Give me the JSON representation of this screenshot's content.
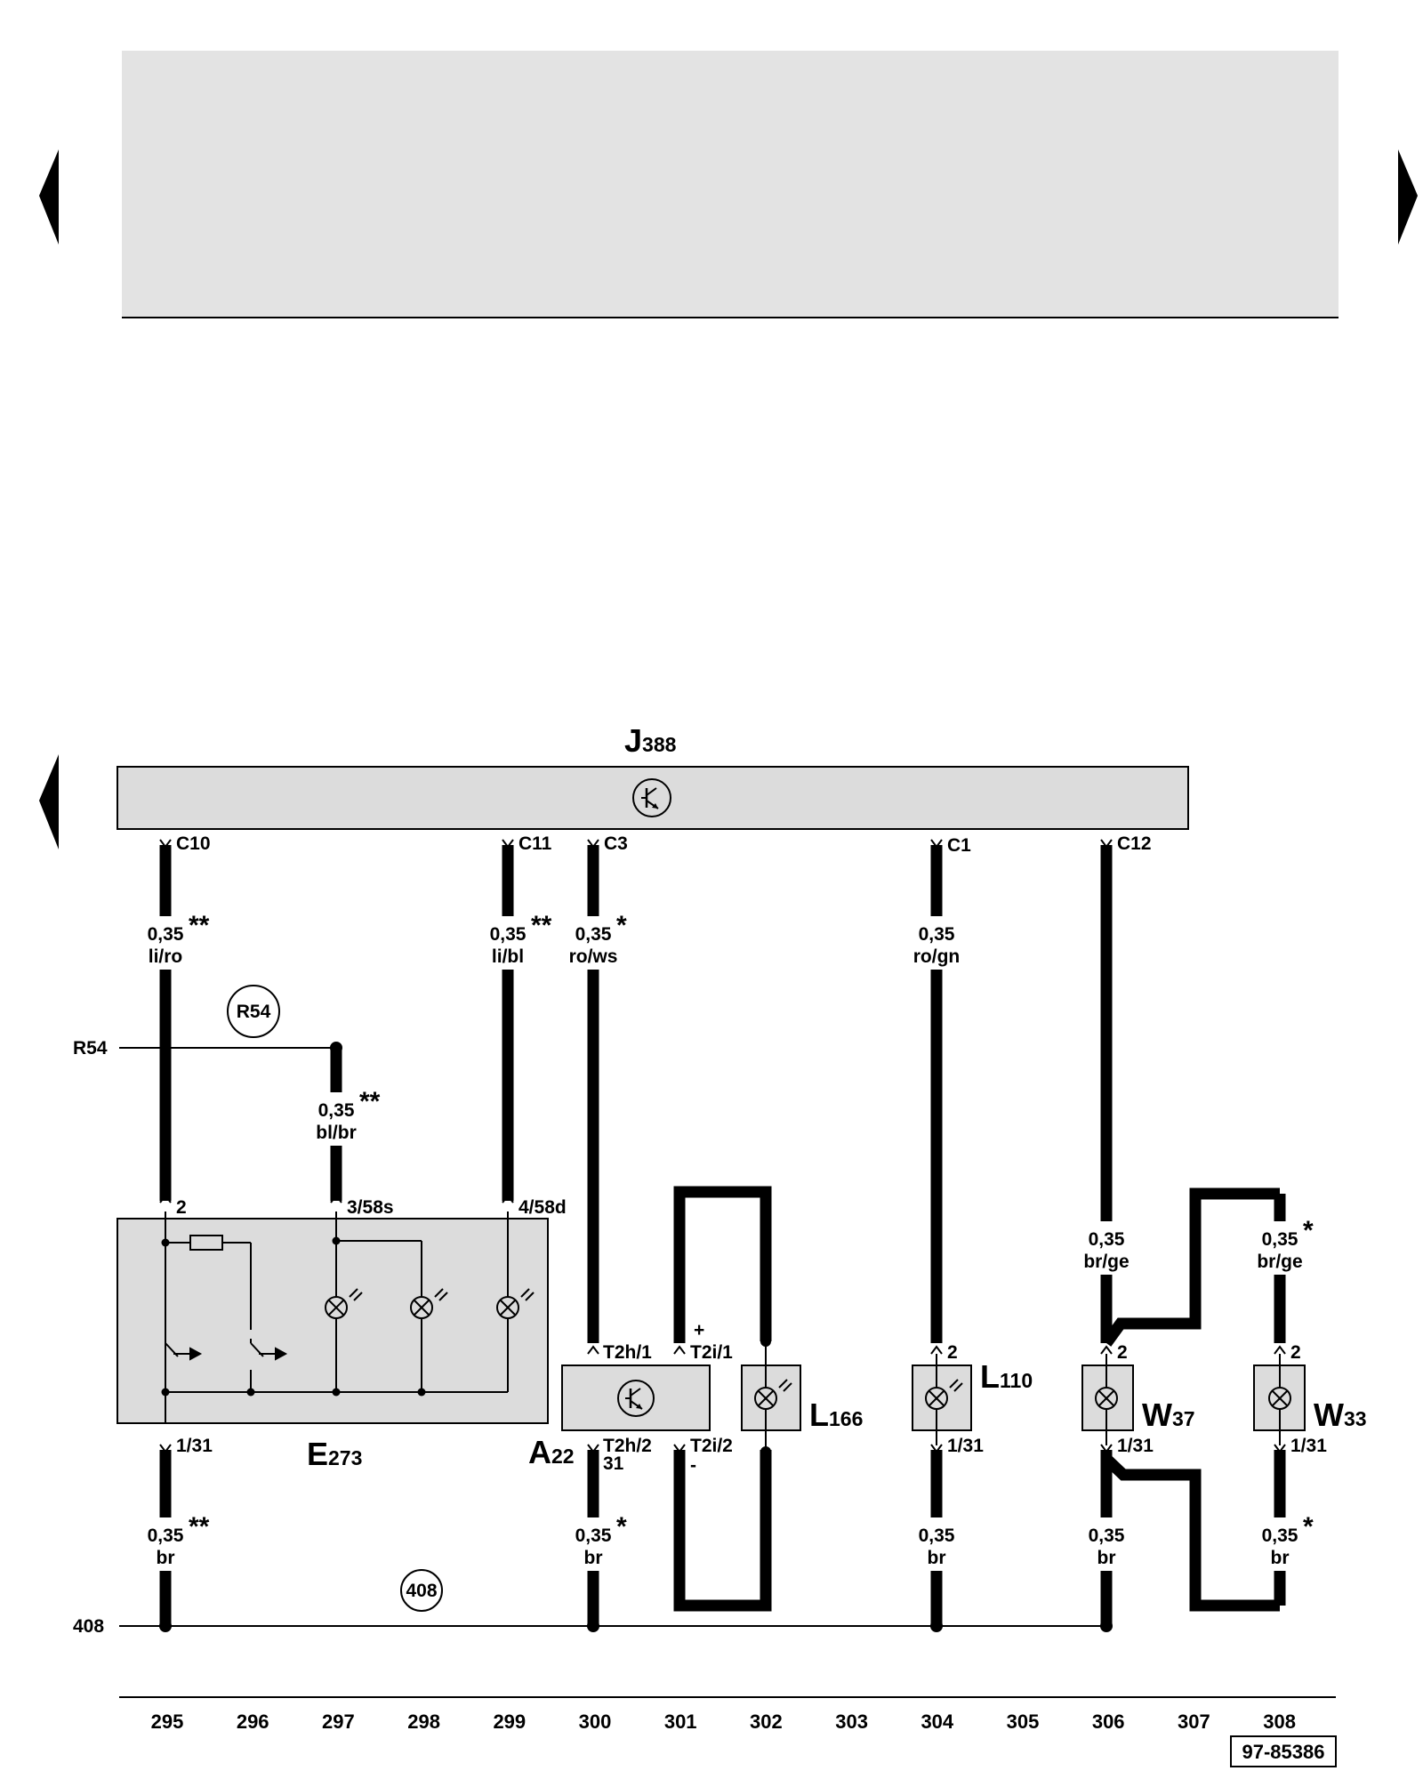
{
  "top_panel": {
    "fill": "#e3e3e3"
  },
  "control_unit": {
    "letter": "J",
    "number": "388"
  },
  "pins": {
    "c10": "C10",
    "c11": "C11",
    "c3": "C3",
    "c1": "C1",
    "c12": "C12",
    "e273_2": "2",
    "e273_3": "3/58s",
    "e273_4": "4/58d",
    "e273_131": "1/31",
    "a22_t2h1": "T2h/1",
    "a22_t2i1": "T2i/1",
    "a22_plus": "+",
    "a22_t2h2": "T2h/2",
    "a22_31": "31",
    "a22_t2i2": "T2i/2",
    "a22_minus": "-",
    "l110_2": "2",
    "l110_131": "1/31",
    "w37_2": "2",
    "w37_131": "1/31",
    "w33_2": "2",
    "w33_131": "1/31"
  },
  "wires": {
    "c10": {
      "size": "0,35",
      "stars": "**",
      "color": "li/ro"
    },
    "c11": {
      "size": "0,35",
      "stars": "**",
      "color": "li/bl"
    },
    "c3": {
      "size": "0,35",
      "stars": "*",
      "color": "ro/ws"
    },
    "c1": {
      "size": "0,35",
      "color": "ro/gn"
    },
    "r54": {
      "size": "0,35",
      "stars": "**",
      "color": "bl/br"
    },
    "w37_top": {
      "size": "0,35",
      "color": "br/ge"
    },
    "w33_top": {
      "size": "0,35",
      "stars": "*",
      "color": "br/ge"
    },
    "e273_gnd": {
      "size": "0,35",
      "stars": "**",
      "color": "br"
    },
    "a22_gnd": {
      "size": "0,35",
      "stars": "*",
      "color": "br"
    },
    "l110_gnd": {
      "size": "0,35",
      "color": "br"
    },
    "w37_gnd": {
      "size": "0,35",
      "color": "br"
    },
    "w33_gnd": {
      "size": "0,35",
      "stars": "*",
      "color": "br"
    }
  },
  "connections": {
    "r54_label": "R54",
    "r54_circle": "R54",
    "gnd_label": "408",
    "gnd_circle": "408"
  },
  "components": {
    "e273": {
      "letter": "E",
      "number": "273"
    },
    "a22": {
      "letter": "A",
      "number": "22"
    },
    "l166": {
      "letter": "L",
      "number": "166"
    },
    "l110": {
      "letter": "L",
      "number": "110"
    },
    "w37": {
      "letter": "W",
      "number": "37"
    },
    "w33": {
      "letter": "W",
      "number": "33"
    }
  },
  "columns": [
    "295",
    "296",
    "297",
    "298",
    "299",
    "300",
    "301",
    "302",
    "303",
    "304",
    "305",
    "306",
    "307",
    "308"
  ],
  "ref_code": "97-85386",
  "colors": {
    "component_fill": "#dcdcdc",
    "line": "#000000"
  }
}
